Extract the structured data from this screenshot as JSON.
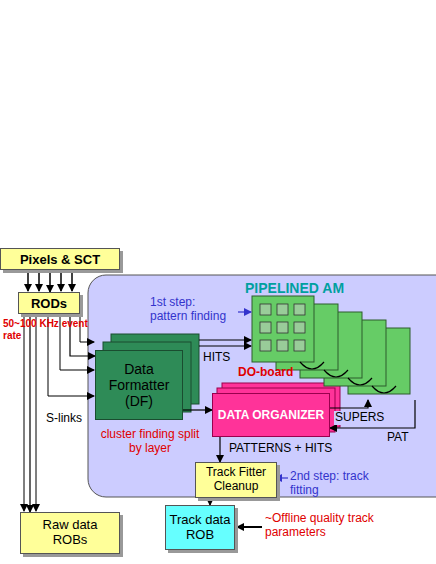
{
  "diagram": {
    "nodes": [
      {
        "text": [
          "Pixels & SCT"
        ]
      },
      {
        "text": [
          "RODs"
        ]
      },
      {
        "text": [
          "Data Formatter (DF)"
        ]
      },
      {
        "text": [
          "PIPELINED AM"
        ]
      },
      {
        "text": [
          "DATA ORGANIZER"
        ]
      },
      {
        "text": [
          "Track Fitter Cleanup"
        ]
      },
      {
        "text": [
          "Raw data ROBs"
        ]
      },
      {
        "text": [
          "Track data ROB"
        ]
      }
    ],
    "edges": [
      {
        "from": 0,
        "to": 1,
        "arrow": "to"
      },
      {
        "from": 1,
        "to": 2,
        "arrow": "to"
      },
      {
        "from": 1,
        "to": 6,
        "arrow": "to"
      },
      {
        "from": 2,
        "to": 4,
        "label": "HITS",
        "arrow": "to"
      },
      {
        "from": 4,
        "to": 3,
        "label": "SUPERS",
        "arrow": "to"
      },
      {
        "from": 3,
        "to": 4,
        "label": "PAT",
        "arrow": "to"
      },
      {
        "from": 4,
        "to": 5,
        "label": "PATTERNS + HITS",
        "arrow": "to"
      },
      {
        "from": 5,
        "to": 7,
        "arrow": "to"
      }
    ],
    "labels": [
      "50~100 KHz event rate",
      "S-links",
      "1st step: pattern finding",
      "DO-board",
      "cluster finding split by layer",
      "2nd step: track fitting",
      "~Offline quality track parameters"
    ]
  }
}
